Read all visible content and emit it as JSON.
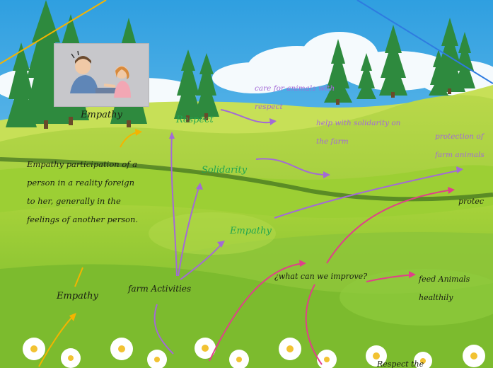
{
  "nodes": {
    "empathy_photo_caption": "Empathy",
    "respect": "Respect",
    "care_for_animals": "care for animals with respect",
    "help_solidarity": "help with solidarity on the farm",
    "protection_farm_animals": "protection of farm animals",
    "protect": "protec",
    "solidarity": "Solidarity",
    "empathy_mid": "Empathy",
    "empathy_definition": "Empathy participation of a person in a reality foreign to her, generally in the feelings of another person.",
    "empathy_left": "Empathy",
    "farm_activities": "farm Activities",
    "what_can_we_improve": "¿what can we improve?",
    "feed_animals": "feed Animals healthily",
    "respect_the": "Respect the"
  },
  "colors": {
    "purple_connector": "#a36ad6",
    "pink_connector": "#e0408a",
    "orange_connector": "#f4b400",
    "green_label": "#23a650",
    "blue_line": "#2e7be0"
  },
  "icons": {
    "photo": "people-comforting-illustration"
  }
}
